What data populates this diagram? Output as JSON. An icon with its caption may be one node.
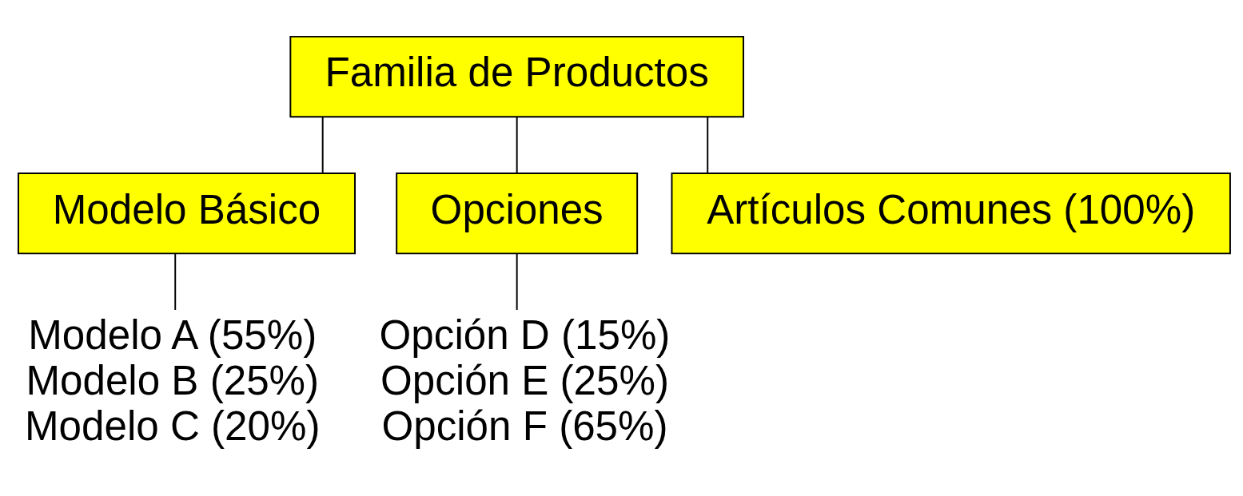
{
  "diagram": {
    "nodes": [
      {
        "text": [
          "Familia de Productos"
        ]
      },
      {
        "text": [
          "Modelo Básico"
        ]
      },
      {
        "text": [
          "Opciones"
        ]
      },
      {
        "text": [
          "Artículos Comunes (100%)"
        ]
      },
      {
        "text": [
          "Modelo A (55%)",
          "Modelo B (25%)",
          "Modelo C (20%)"
        ]
      },
      {
        "text": [
          "Opción D (15%)",
          "Opción E (25%)",
          "Opción F (65%)"
        ]
      }
    ],
    "edges": [
      {
        "from": 0,
        "to": 1,
        "arrow": "none"
      },
      {
        "from": 0,
        "to": 2,
        "arrow": "none"
      },
      {
        "from": 0,
        "to": 3,
        "arrow": "none"
      },
      {
        "from": 1,
        "to": 4,
        "arrow": "none"
      },
      {
        "from": 2,
        "to": 5,
        "arrow": "none"
      }
    ]
  }
}
